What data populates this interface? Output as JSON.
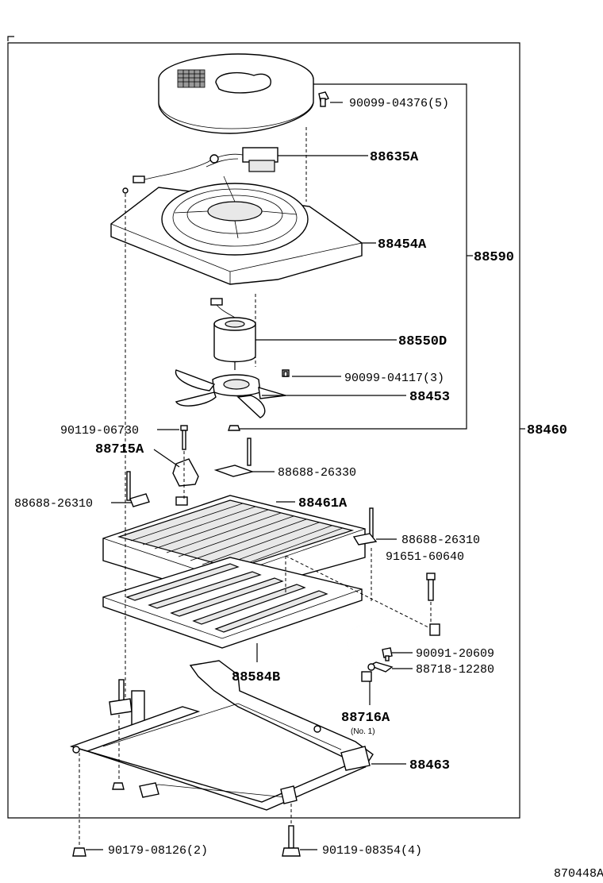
{
  "diagram_id": "870448A",
  "parts": {
    "p_90099_04376": "90099-04376(5)",
    "p_88635A": "88635A",
    "p_88454A": "88454A",
    "p_88590": "88590",
    "p_88550D": "88550D",
    "p_90099_04117": "90099-04117(3)",
    "p_88453": "88453",
    "p_90119_06730": "90119-06730",
    "p_88460": "88460",
    "p_88715A": "88715A",
    "p_88688_26330": "88688-26330",
    "p_88688_26310_left": "88688-26310",
    "p_88461A": "88461A",
    "p_88688_26310_right": "88688-26310",
    "p_91651_60640": "91651-60640",
    "p_90091_20609": "90091-20609",
    "p_88718_12280": "88718-12280",
    "p_88584B": "88584B",
    "p_88716A": "88716A",
    "p_88716A_note": "(No. 1)",
    "p_88463": "88463",
    "p_90179_08126": "90179-08126(2)",
    "p_90119_08354": "90119-08354(4)"
  }
}
